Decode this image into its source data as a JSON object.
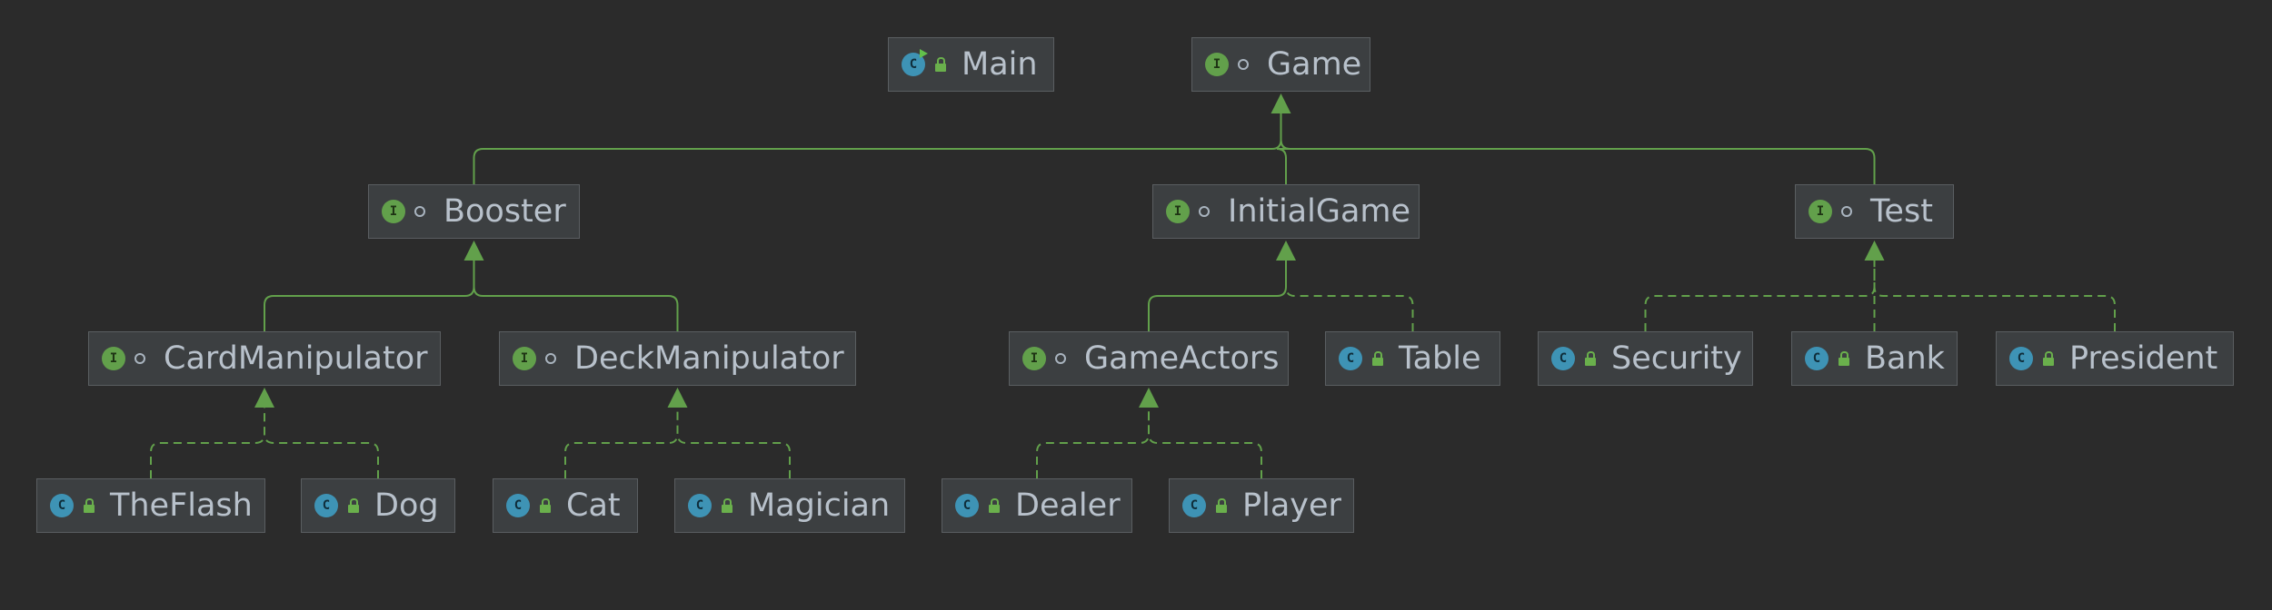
{
  "diagram": {
    "nodes": [
      {
        "id": "Main",
        "kind": "class",
        "runnable": true,
        "visibility": "public",
        "label": "Main"
      },
      {
        "id": "Game",
        "kind": "interface",
        "visibility": "package",
        "label": "Game"
      },
      {
        "id": "Booster",
        "kind": "interface",
        "visibility": "package",
        "label": "Booster"
      },
      {
        "id": "InitialGame",
        "kind": "interface",
        "visibility": "package",
        "label": "InitialGame"
      },
      {
        "id": "Test",
        "kind": "interface",
        "visibility": "package",
        "label": "Test"
      },
      {
        "id": "CardManipulator",
        "kind": "interface",
        "visibility": "package",
        "label": "CardManipulator"
      },
      {
        "id": "DeckManipulator",
        "kind": "interface",
        "visibility": "package",
        "label": "DeckManipulator"
      },
      {
        "id": "GameActors",
        "kind": "interface",
        "visibility": "package",
        "label": "GameActors"
      },
      {
        "id": "Table",
        "kind": "class",
        "visibility": "public",
        "label": "Table"
      },
      {
        "id": "Security",
        "kind": "class",
        "visibility": "public",
        "label": "Security"
      },
      {
        "id": "Bank",
        "kind": "class",
        "visibility": "public",
        "label": "Bank"
      },
      {
        "id": "President",
        "kind": "class",
        "visibility": "public",
        "label": "President"
      },
      {
        "id": "TheFlash",
        "kind": "class",
        "visibility": "public",
        "label": "TheFlash"
      },
      {
        "id": "Dog",
        "kind": "class",
        "visibility": "public",
        "label": "Dog"
      },
      {
        "id": "Cat",
        "kind": "class",
        "visibility": "public",
        "label": "Cat"
      },
      {
        "id": "Magician",
        "kind": "class",
        "visibility": "public",
        "label": "Magician"
      },
      {
        "id": "Dealer",
        "kind": "class",
        "visibility": "public",
        "label": "Dealer"
      },
      {
        "id": "Player",
        "kind": "class",
        "visibility": "public",
        "label": "Player"
      }
    ],
    "edges": [
      {
        "from": "Booster",
        "to": "Game",
        "type": "extends"
      },
      {
        "from": "InitialGame",
        "to": "Game",
        "type": "extends"
      },
      {
        "from": "Test",
        "to": "Game",
        "type": "extends"
      },
      {
        "from": "CardManipulator",
        "to": "Booster",
        "type": "extends"
      },
      {
        "from": "DeckManipulator",
        "to": "Booster",
        "type": "extends"
      },
      {
        "from": "GameActors",
        "to": "InitialGame",
        "type": "extends"
      },
      {
        "from": "Table",
        "to": "InitialGame",
        "type": "implements"
      },
      {
        "from": "Security",
        "to": "Test",
        "type": "implements"
      },
      {
        "from": "Bank",
        "to": "Test",
        "type": "implements"
      },
      {
        "from": "President",
        "to": "Test",
        "type": "implements"
      },
      {
        "from": "TheFlash",
        "to": "CardManipulator",
        "type": "implements"
      },
      {
        "from": "Dog",
        "to": "CardManipulator",
        "type": "implements"
      },
      {
        "from": "Cat",
        "to": "DeckManipulator",
        "type": "implements"
      },
      {
        "from": "Magician",
        "to": "DeckManipulator",
        "type": "implements"
      },
      {
        "from": "Dealer",
        "to": "GameActors",
        "type": "implements"
      },
      {
        "from": "Player",
        "to": "GameActors",
        "type": "implements"
      }
    ],
    "colors": {
      "background": "#2b2b2b",
      "node_fill": "#3c3f41",
      "node_border": "#5a5e61",
      "text": "#b8c1cb",
      "edge": "#62a04b",
      "interface_icon": "#62a04b",
      "class_icon": "#3e93b5"
    },
    "icons": {
      "interface": "interface-icon",
      "class": "class-icon",
      "runnable_class": "runnable-class-icon",
      "package_visibility": "package-private-icon",
      "public_visibility": "public-lock-icon"
    }
  }
}
